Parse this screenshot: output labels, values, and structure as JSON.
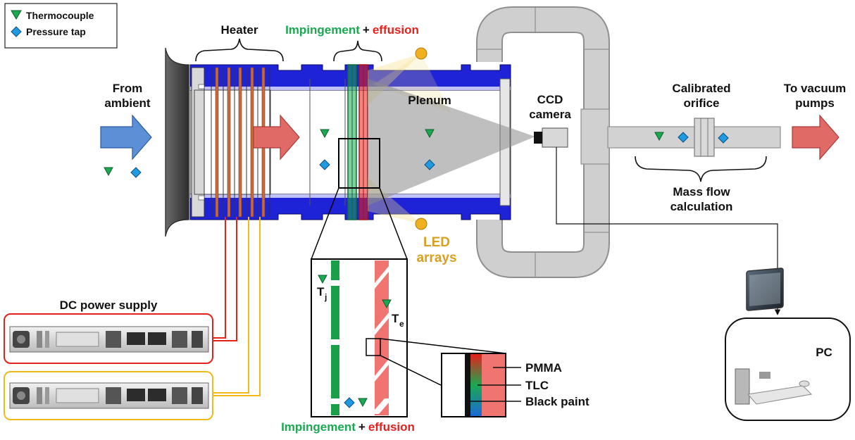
{
  "colors": {
    "channel_blue": "#1f23d8",
    "impingement_green": "#1aa850",
    "effusion_red": "#e8201c",
    "led_gold": "#d9a020",
    "wire_red": "#e2231a",
    "wire_yellow": "#f1b91c",
    "duct_gray": "#c8c8c8",
    "arrow_blue": "#5b8fd6",
    "arrow_red": "#e06a66"
  },
  "legend": {
    "thermocouple_label": "Thermocouple",
    "pressure_tap_label": "Pressure tap",
    "thermocouple_icon": "green-down-triangle",
    "pressure_tap_icon": "blue-diamond"
  },
  "labels": {
    "heater": "Heater",
    "impingement": "Impingement",
    "plus": "+",
    "effusion": "effusion",
    "from_ambient_line1": "From",
    "from_ambient_line2": "ambient",
    "plenum": "Plenum",
    "ccd_line1": "CCD",
    "ccd_line2": "camera",
    "calibrated_line1": "Calibrated",
    "calibrated_line2": "orifice",
    "vacuum_line1": "To vacuum",
    "vacuum_line2": "pumps",
    "mass_flow_line1": "Mass flow",
    "mass_flow_line2": "calculation",
    "led_line1": "LED",
    "led_line2": "arrays",
    "dc_power": "DC power supply",
    "pc": "PC",
    "tj_main": "T",
    "tj_sub": "j",
    "te_main": "T",
    "te_sub": "e",
    "pmma": "PMMA",
    "tlc": "TLC",
    "black_paint": "Black paint",
    "bottom_impingement": "Impingement",
    "bottom_plus": "+",
    "bottom_effusion": "effusion"
  }
}
